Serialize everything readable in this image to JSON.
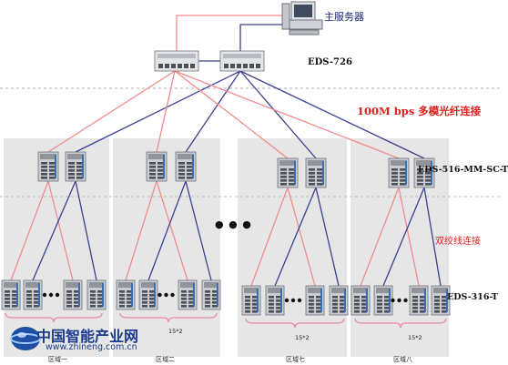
{
  "labels": {
    "main_server": "主服务器",
    "core_switch": "EDS-726",
    "fiber_link": "100M bps 多模光纤连接",
    "aggregation_switch": "EDS-516-MM-SC-T",
    "twisted_pair": "双绞线连接",
    "access_switch": "EDS-316-T",
    "zones": [
      "区域一",
      "区域二",
      "区域七",
      "区域八"
    ],
    "access_count": "15*2",
    "omitted_dots": "● ● ●"
  },
  "watermark": {
    "name": "中国智能产业网",
    "url": "www.zhineng.com.cn"
  },
  "colors": {
    "red_link": "#f08c8c",
    "blue_link": "#3d3f8f",
    "zone_panel": "#e6e6e6",
    "divider": "#999999",
    "accent_red": "#e0201f"
  }
}
